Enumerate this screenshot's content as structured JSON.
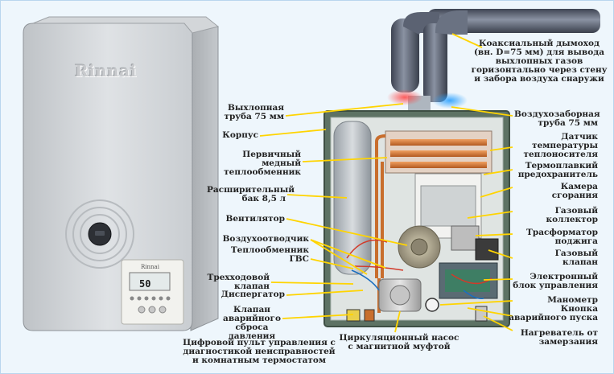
{
  "brand": "Rinnai",
  "remote": {
    "brand": "Rinnai",
    "display": "50"
  },
  "labels": {
    "flue": "Коаксиальный дымоход\n(вн. D=75 мм) для вывода\nвыхлопных газов\nгоризонтально через стену\nи забора воздуха снаружи",
    "exhaust_pipe": "Выхлопная\nтруба 75 мм",
    "air_pipe": "Воздухозаборная\nтруба 75 мм",
    "housing": "Корпус",
    "temp_sensor": "Датчик\nтемпературы\nтеплоносителя",
    "primary_hx": "Первичный\nмедный\nтеплообменник",
    "fuse": "Термоплавкий\nпредохранитель",
    "expansion_tank": "Расширительный\nбак 8,5 л",
    "chamber": "Камера\nсгорания",
    "gas_collector": "Газовый\nколлектор",
    "fan": "Вентилятор",
    "transformer": "Трасформатор\nподжига",
    "air_vent": "Воздухоотводчик",
    "dhw_hx": "Теплообменник\nГВС",
    "gas_valve": "Газовый\nклапан",
    "three_way": "Трехходовой\nклапан",
    "control_unit": "Электронный\nблок управления",
    "dispergator": "Диспергатор",
    "manometer": "Манометр",
    "emergency_button": "Кнопка\nаварийного пуска",
    "relief_valve": "Клапан\nаварийного\nсброса давления",
    "antifreeze": "Нагреватель от\nзамерзания",
    "remote_desc": "Цифровой пульт управления с\nдиагностикой неисправностей\nи комнатным термостатом",
    "pump": "Циркуляционный насос\nс магнитной муфтой"
  }
}
